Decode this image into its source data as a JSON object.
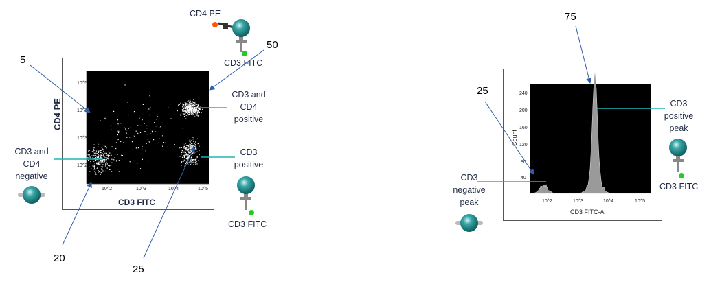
{
  "left_panel": {
    "x_axis_title": "CD3 FITC",
    "y_axis_title": "CD4 PE",
    "x_ticks": [
      "10^2",
      "10^3",
      "10^4",
      "10^5"
    ],
    "y_ticks": [
      "10^2",
      "10^3",
      "10^4",
      "10^5"
    ],
    "labels": {
      "cd4_pe": "CD4 PE",
      "cd3_fitc_top": "CD3 FITC",
      "cd3_cd4_pos_line1": "CD3 and",
      "cd3_cd4_pos_line2": "CD4",
      "cd3_cd4_pos_line3": "positive",
      "cd3_pos_line1": "CD3",
      "cd3_pos_line2": "positive",
      "cd3_fitc_bottom": "CD3 FITC",
      "double_neg_line1": "CD3 and",
      "double_neg_line2": "CD4",
      "double_neg_line3": "negative"
    },
    "numbers": {
      "top_left": "5",
      "top_right": "50",
      "bottom_left": "20",
      "bottom_right": "25"
    }
  },
  "right_panel": {
    "x_axis_title": "CD3 FITC-A",
    "y_axis_title": "Count",
    "x_ticks": [
      "10^2",
      "10^3",
      "10^4",
      "10^5"
    ],
    "y_ticks": [
      "40",
      "80",
      "120",
      "160",
      "200",
      "240"
    ],
    "labels": {
      "pos_peak_line1": "CD3",
      "pos_peak_line2": "positive",
      "pos_peak_line3": "peak",
      "neg_peak_line1": "CD3",
      "neg_peak_line2": "negative",
      "neg_peak_line3": "peak",
      "cd3_fitc": "CD3 FITC"
    },
    "numbers": {
      "neg": "25",
      "pos": "75"
    }
  },
  "colors": {
    "teal_line": "#1fb5b5",
    "arrow": "#2f5faa",
    "cell": "#1f8f8f",
    "fitc": "#22cc22",
    "pe": "#ff5500"
  }
}
